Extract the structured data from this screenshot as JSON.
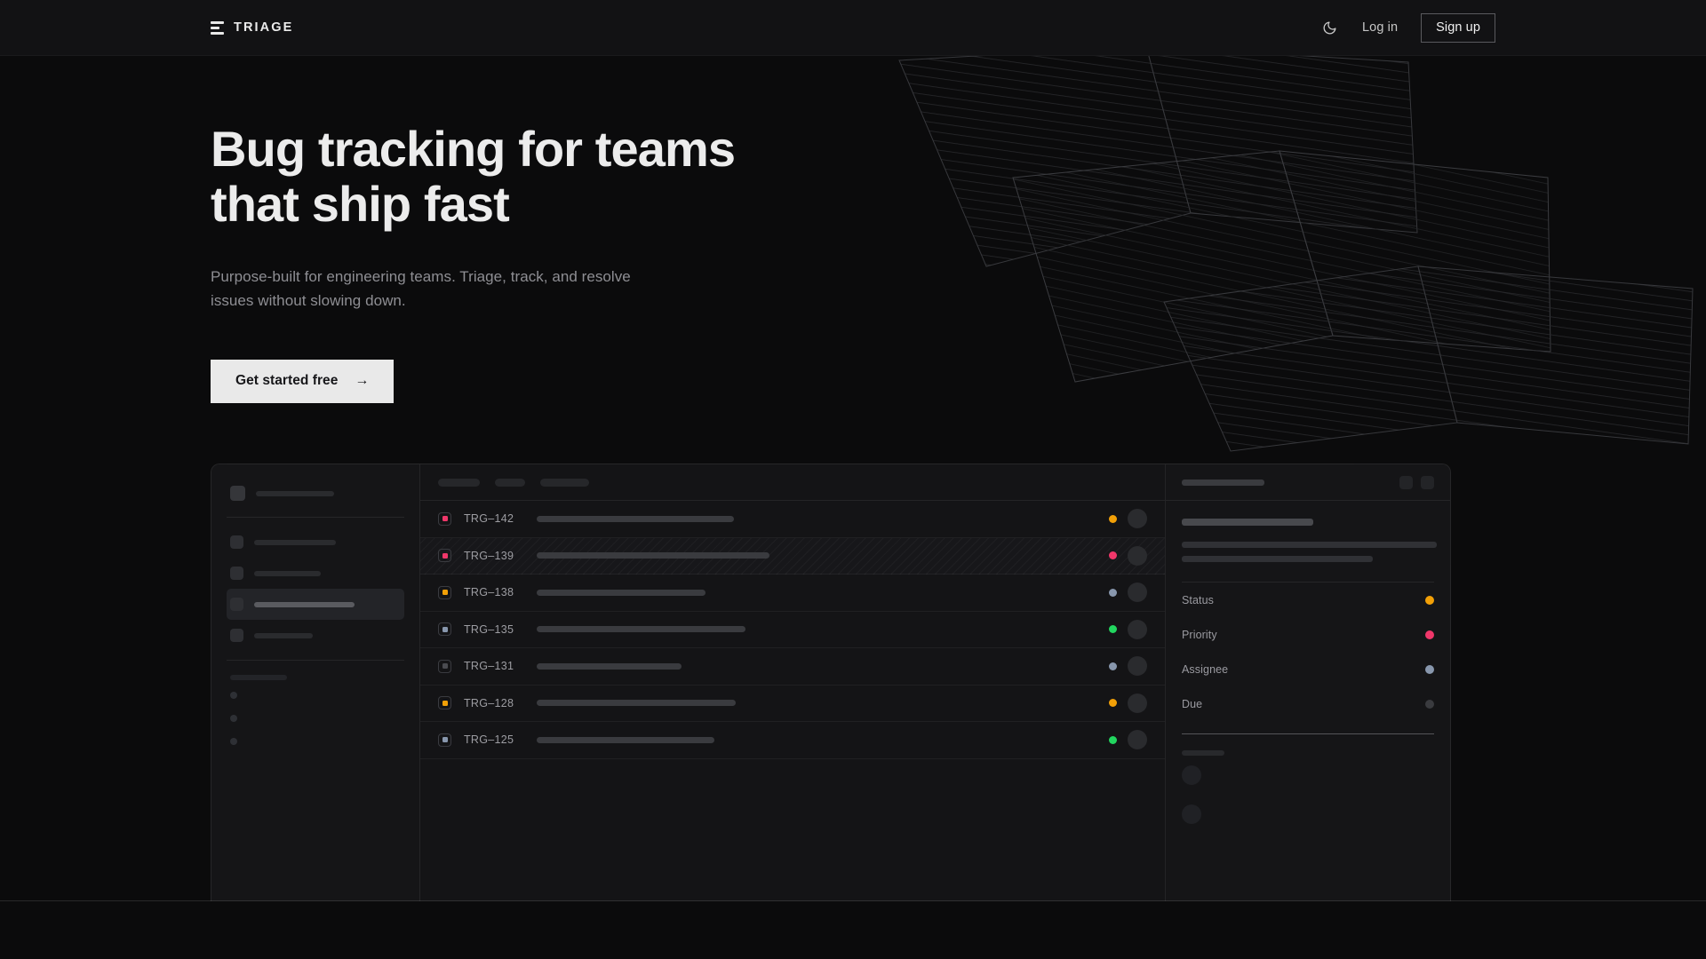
{
  "brand": {
    "name": "TRIAGE",
    "icon": "triage-bars-icon"
  },
  "nav": {
    "theme_toggle_icon": "moon-icon",
    "login_label": "Log in",
    "signup_label": "Sign up"
  },
  "hero": {
    "headline_line1": "Bug tracking for teams",
    "headline_line2": "that ship fast",
    "subtext": "Purpose-built for engineering teams. Triage, track, and resolve issues without slowing down.",
    "cta_label": "Get started free",
    "cta_icon": "arrow-right-icon"
  },
  "colors": {
    "background": "#0b0b0c",
    "panel": "#151517",
    "topbar": "#121214",
    "cta_bg": "#e9e9e9",
    "status_amber": "#f2a007",
    "status_pink": "#f0376a",
    "status_green": "#22d65f",
    "status_slate": "#8897ad",
    "status_muted": "#3a3b3f",
    "priority_pink": "#f0376a",
    "priority_amber": "#f2a007",
    "priority_slate": "#8897ad",
    "priority_muted": "#4a4b50"
  },
  "app_preview": {
    "sidebar": {
      "workspace_skeleton_width": 88,
      "nav_items": [
        {
          "skeleton_width": 92,
          "active": false
        },
        {
          "skeleton_width": 75,
          "active": false
        },
        {
          "skeleton_width": 113,
          "active": true
        },
        {
          "skeleton_width": 66,
          "active": false
        }
      ],
      "section_label_skeleton_width": 64,
      "sub_items": [
        {
          "skeleton_width": 0
        },
        {
          "skeleton_width": 0
        },
        {
          "skeleton_width": 0
        }
      ]
    },
    "list": {
      "toolbar_tabs": [
        {
          "skeleton_width": 47
        },
        {
          "skeleton_width": 34
        },
        {
          "skeleton_width": 55
        }
      ],
      "columns": [
        "priority",
        "id",
        "title",
        "status",
        "assignee"
      ],
      "rows": [
        {
          "id": "TRG–142",
          "priority_color": "#f0376a",
          "title_skeleton_width": 222,
          "status_color": "#f2a007",
          "selected": false
        },
        {
          "id": "TRG–139",
          "priority_color": "#f0376a",
          "title_skeleton_width": 262,
          "status_color": "#f0376a",
          "selected": true
        },
        {
          "id": "TRG–138",
          "priority_color": "#f2a007",
          "title_skeleton_width": 190,
          "status_color": "#8897ad",
          "selected": false
        },
        {
          "id": "TRG–135",
          "priority_color": "#8897ad",
          "title_skeleton_width": 235,
          "status_color": "#22d65f",
          "selected": false
        },
        {
          "id": "TRG–131",
          "priority_color": "#4a4b50",
          "title_skeleton_width": 163,
          "status_color": "#8897ad",
          "selected": false
        },
        {
          "id": "TRG–128",
          "priority_color": "#f2a007",
          "title_skeleton_width": 224,
          "status_color": "#f2a007",
          "selected": false
        },
        {
          "id": "TRG–125",
          "priority_color": "#8897ad",
          "title_skeleton_width": 200,
          "status_color": "#22d65f",
          "selected": false
        }
      ]
    },
    "detail": {
      "title_skeleton_width": 93,
      "header_action_icons": [
        "detail-action-1-icon",
        "detail-action-2-icon"
      ],
      "summary_skeleton_width": 148,
      "body_skeleton_widths": [
        287,
        215
      ],
      "meta": [
        {
          "label": "Status",
          "color": "#f2a007"
        },
        {
          "label": "Priority",
          "color": "#f0376a"
        },
        {
          "label": "Assignee",
          "color": "#8897ad"
        },
        {
          "label": "Due",
          "color": "#3a3b3f"
        }
      ],
      "activity_label_skeleton_width": 48,
      "comments": [
        {
          "avatar": true
        },
        {
          "avatar": true
        }
      ]
    }
  }
}
